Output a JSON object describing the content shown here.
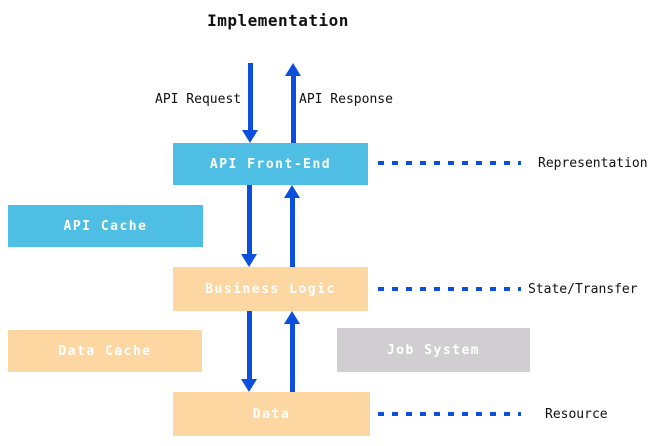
{
  "diagram": {
    "title": "Implementation",
    "flows": {
      "request_label": "API Request",
      "response_label": "API Response"
    },
    "nodes": {
      "api_front_end": {
        "label": "API Front-End",
        "color": "#4ebee5"
      },
      "api_cache": {
        "label": "API Cache",
        "color": "#4ebee5"
      },
      "business_logic": {
        "label": "Business Logic",
        "color": "#fcd7a2"
      },
      "data_cache": {
        "label": "Data Cache",
        "color": "#fcd7a2"
      },
      "job_system": {
        "label": "Job System",
        "color": "#d0ced0"
      },
      "data": {
        "label": "Data",
        "color": "#fcd7a2"
      }
    },
    "layers": {
      "representation": "Representation",
      "state_transfer": "State/Transfer",
      "resource": "Resource"
    },
    "colors": {
      "arrow_blue": "#0b4fdc",
      "dash_blue": "#0b4fdc",
      "node_text": "#ffffff",
      "label_text": "#111111",
      "background": "#ffffff"
    }
  }
}
